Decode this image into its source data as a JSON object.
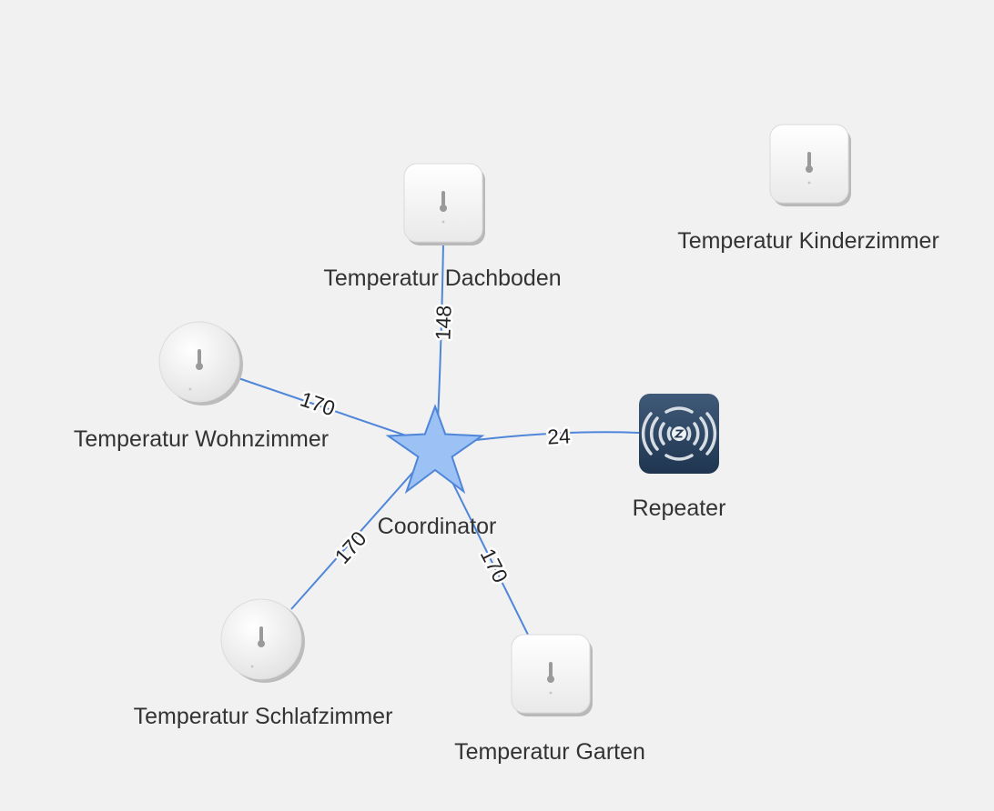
{
  "network": {
    "nodes": [
      {
        "id": "coordinator",
        "label": "Coordinator",
        "icon": "star-icon",
        "color": "#9cc1f5"
      },
      {
        "id": "dachboden",
        "label": "Temperatur Dachboden",
        "icon": "square-sensor-icon"
      },
      {
        "id": "kinderzimmer",
        "label": "Temperatur Kinderzimmer",
        "icon": "square-sensor-icon"
      },
      {
        "id": "wohnzimmer",
        "label": "Temperatur Wohnzimmer",
        "icon": "round-sensor-icon"
      },
      {
        "id": "repeater",
        "label": "Repeater",
        "icon": "zwave-repeater-icon"
      },
      {
        "id": "schlafzimmer",
        "label": "Temperatur Schlafzimmer",
        "icon": "round-sensor-icon"
      },
      {
        "id": "garten",
        "label": "Temperatur Garten",
        "icon": "square-sensor-icon"
      }
    ],
    "edges": [
      {
        "from": "coordinator",
        "to": "dachboden",
        "label": "148"
      },
      {
        "from": "coordinator",
        "to": "wohnzimmer",
        "label": "170"
      },
      {
        "from": "coordinator",
        "to": "repeater",
        "label": "24"
      },
      {
        "from": "coordinator",
        "to": "schlafzimmer",
        "label": "170"
      },
      {
        "from": "coordinator",
        "to": "garten",
        "label": "170"
      }
    ],
    "edge_color": "#4f86d9"
  }
}
